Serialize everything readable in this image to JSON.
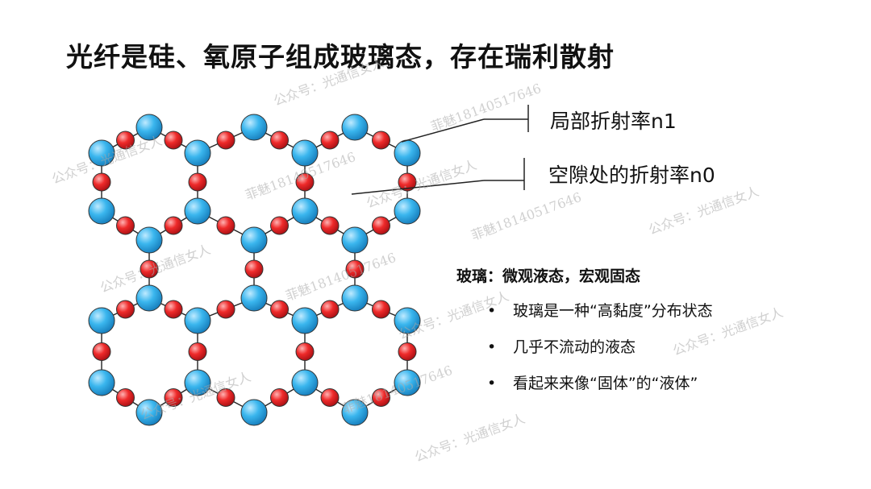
{
  "title": "光纤是硅、氧原子组成玻璃态，存在瑞利散射",
  "callouts": {
    "n1_label": "局部折射率n1",
    "n0_label": "空隙处的折射率n0"
  },
  "glass": {
    "heading": "玻璃：微观液态，宏观固态",
    "bullets": [
      "玻璃是一种“高黏度”分布状态",
      "几乎不流动的液态",
      "看起来来像“固体”的“液体”"
    ]
  },
  "watermarks": {
    "account": "公众号：光通信女人",
    "phone": "菲魅18140517646"
  },
  "colors": {
    "silicon_atom": "#2aa7e0",
    "oxygen_atom": "#e01f26",
    "bond": "#222222"
  },
  "legend_semantics": {
    "large_blue_atom": "silicon",
    "small_red_atom": "oxygen"
  }
}
